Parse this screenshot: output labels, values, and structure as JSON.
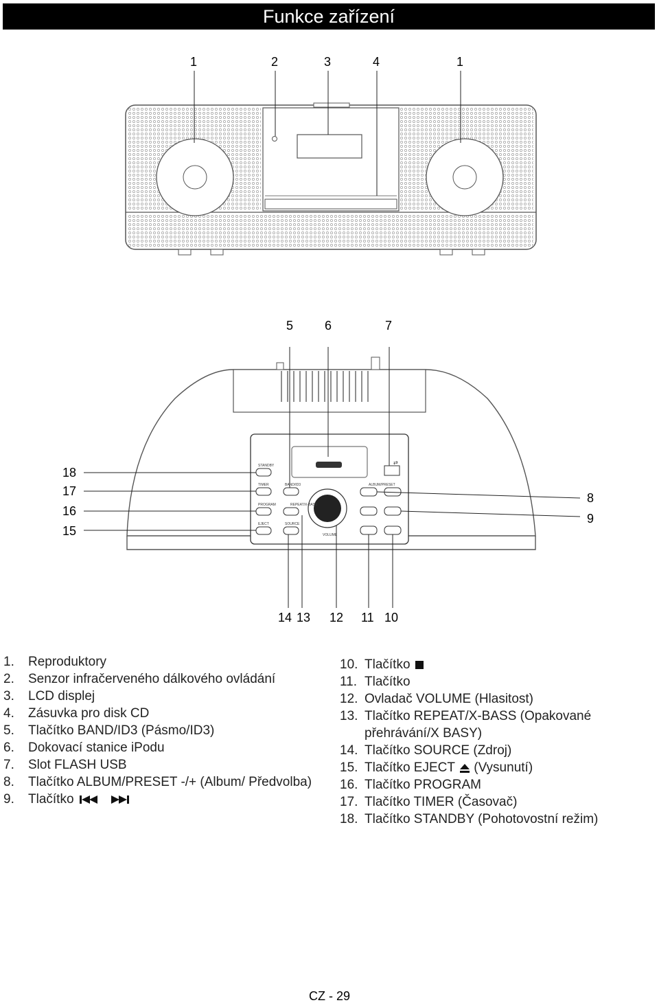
{
  "header": {
    "title": "Funkce zařízení"
  },
  "figure_front": {
    "callouts": [
      "1",
      "2",
      "3",
      "4",
      "1"
    ]
  },
  "figure_top": {
    "callouts_top": [
      "5",
      "6",
      "7"
    ],
    "callouts_left": [
      "18",
      "17",
      "16",
      "15"
    ],
    "callouts_right": [
      "8",
      "9"
    ],
    "callouts_bottom": [
      "14",
      "13",
      "12",
      "11",
      "10"
    ],
    "panel_labels": {
      "standby": "STANDBY",
      "timer": "TIMER",
      "band": "BAND/ID3",
      "album_preset": "ALBUM/PRESET",
      "program": "PROGRAM",
      "repeat": "REPEAT/X-BASS",
      "eject": "EJECT",
      "source": "SOURCE",
      "volume": "VOLUME"
    }
  },
  "legend_left": [
    {
      "num": "1.",
      "text": "Reproduktory"
    },
    {
      "num": "2.",
      "text": "Senzor infračerveného dálkového ovládání"
    },
    {
      "num": "3.",
      "text": "LCD displej"
    },
    {
      "num": "4.",
      "text": "Zásuvka pro disk CD"
    },
    {
      "num": "5.",
      "text": "Tlačítko BAND/ID3 (Pásmo/ID3)"
    },
    {
      "num": "6.",
      "text": "Dokovací stanice iPodu"
    },
    {
      "num": "7.",
      "text": "Slot FLASH USB"
    },
    {
      "num": "8.",
      "text": "Tlačítko ALBUM/PRESET -/+ (Album/ Předvolba)"
    },
    {
      "num": "9.",
      "text": "Tlačítko",
      "icon": "skip-prev-next-icon"
    }
  ],
  "legend_right": [
    {
      "num": "10.",
      "text": "Tlačítko",
      "icon": "stop-icon"
    },
    {
      "num": "11.",
      "text": "Tlačítko"
    },
    {
      "num": "12.",
      "text": "Ovladač VOLUME (Hlasitost)"
    },
    {
      "num": "13.",
      "text": "Tlačítko REPEAT/X-BASS (Opakované přehrávání/X BASY)"
    },
    {
      "num": "14.",
      "text": "Tlačítko SOURCE (Zdroj)"
    },
    {
      "num": "15.",
      "text": "Tlačítko EJECT",
      "icon": "eject-icon",
      "suffix": "(Vysunutí)"
    },
    {
      "num": "16.",
      "text": "Tlačítko PROGRAM"
    },
    {
      "num": "17.",
      "text": "Tlačítko TIMER (Časovač)"
    },
    {
      "num": "18.",
      "text": "Tlačítko STANDBY (Pohotovostní režim)"
    }
  ],
  "footer": {
    "page": "CZ - 29"
  }
}
